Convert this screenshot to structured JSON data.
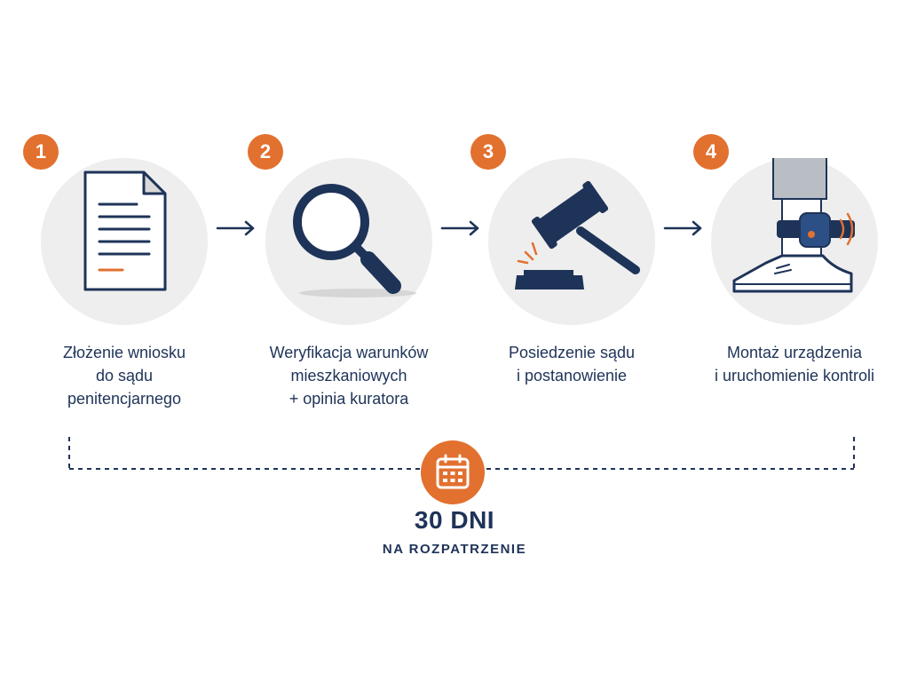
{
  "steps": [
    {
      "number": "1",
      "icon": "document-icon",
      "lines": [
        "Złożenie wniosku",
        "do sądu",
        "penitencjarnego"
      ]
    },
    {
      "number": "2",
      "icon": "magnifier-icon",
      "lines": [
        "Weryfikacja warunków",
        "mieszkaniowych",
        "+ opinia kuratora"
      ]
    },
    {
      "number": "3",
      "icon": "gavel-icon",
      "lines": [
        "Posiedzenie sądu",
        "i postanowienie"
      ]
    },
    {
      "number": "4",
      "icon": "ankle-monitor-icon",
      "lines": [
        "Montaż urządzenia",
        "i uruchomienie kontroli"
      ]
    }
  ],
  "timeline": {
    "icon": "calendar-icon",
    "value": "30 DNI",
    "caption": "NA ROZPATRZENIE"
  },
  "colors": {
    "accent": "#e2702f",
    "navy": "#1e3358",
    "circle_bg": "#eeeeee"
  }
}
